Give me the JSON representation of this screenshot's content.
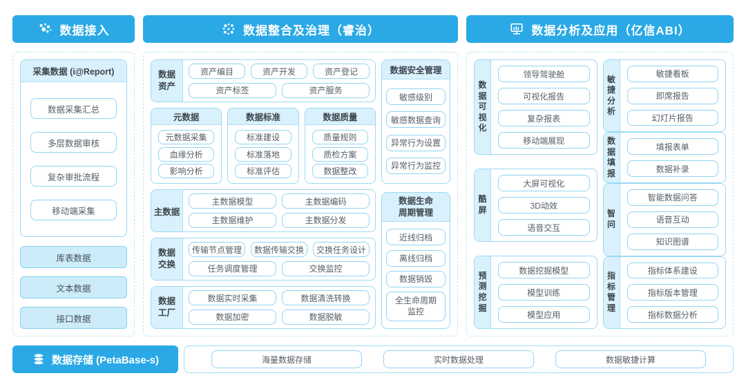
{
  "colors": {
    "accent_blue": "#2aa9e6",
    "light_fill": "#d9f1fc",
    "box_border": "#8fd3f3",
    "panel_border_dashed": "#bfe4f7",
    "filled_box_fill": "#cdecfa",
    "text_dark": "#3c444b",
    "text_item": "#555e66"
  },
  "headers": {
    "access": {
      "label": "数据接入",
      "icon": "network-nodes"
    },
    "governance": {
      "label": "数据整合及治理（睿治）",
      "icon": "dot-swirl"
    },
    "analysis": {
      "label": "数据分析及应用（亿信ABI）",
      "icon": "monitor-chart"
    }
  },
  "left_panel": {
    "collect_card": {
      "title": "采集数据 (i@Report)",
      "items": [
        "数据采集汇总",
        "多层数据审核",
        "复杂审批流程",
        "移动端采集"
      ]
    },
    "source_items": [
      "库表数据",
      "文本数据",
      "接口数据"
    ]
  },
  "middle_panel": {
    "data_asset": {
      "label": "数据资产",
      "row1": [
        "资产编目",
        "资产开发",
        "资产登记"
      ],
      "row2": [
        "资产标签",
        "资产服务"
      ]
    },
    "sub_cards": [
      {
        "title": "元数据",
        "items": [
          "元数据采集",
          "血缘分析",
          "影响分析"
        ]
      },
      {
        "title": "数据标准",
        "items": [
          "标准建设",
          "标准落地",
          "标准评估"
        ]
      },
      {
        "title": "数据质量",
        "items": [
          "质量规则",
          "质检方案",
          "数据整改"
        ]
      }
    ],
    "master_data": {
      "label": "主数据",
      "row1": [
        "主数据模型",
        "主数据编码"
      ],
      "row2": [
        "主数据维护",
        "主数据分发"
      ]
    },
    "data_exchange": {
      "label": "数据交换",
      "row1": [
        "传输节点管理",
        "数据传输交换",
        "交换任务设计"
      ],
      "row2": [
        "任务调度管理",
        "交换监控"
      ]
    },
    "data_factory": {
      "label": "数据工厂",
      "row1": [
        "数据实时采集",
        "数据清洗转换"
      ],
      "row2": [
        "数据加密",
        "数据脱敏"
      ]
    },
    "security_card": {
      "title": "数据安全管理",
      "items": [
        "敏感级别",
        "敏感数据查询",
        "异常行为设置",
        "异常行为监控"
      ]
    },
    "lifecycle_card": {
      "title": "数据生命周期管理",
      "items": [
        "近线归档",
        "离线归档",
        "数据销毁",
        "全生命周期监控"
      ]
    }
  },
  "right_panel": {
    "col_a": [
      {
        "label": "数据可视化",
        "items": [
          "领导驾驶舱",
          "可视化报告",
          "复杂报表",
          "移动端展现"
        ]
      },
      {
        "label": "酷屏",
        "items": [
          "大屏可视化",
          "3D动效",
          "语音交互"
        ]
      },
      {
        "label": "预测挖掘",
        "items": [
          "数据挖掘模型",
          "模型训练",
          "模型应用"
        ]
      }
    ],
    "col_b": [
      {
        "label": "敏捷分析",
        "items": [
          "敏捷看板",
          "即席报告",
          "幻灯片报告"
        ]
      },
      {
        "label": "数据填报",
        "items": [
          "填报表单",
          "数据补录"
        ]
      },
      {
        "label": "智问",
        "items": [
          "智能数据问答",
          "语音互动",
          "知识图谱"
        ]
      },
      {
        "label": "指标管理",
        "items": [
          "指标体系建设",
          "指标版本管理",
          "指标数据分析"
        ]
      }
    ]
  },
  "bottom": {
    "storage_label": "数据存储 (PetaBase-s)",
    "storage_icon": "database-stack",
    "items": [
      "海量数据存储",
      "实时数据处理",
      "数据敏捷计算"
    ]
  }
}
